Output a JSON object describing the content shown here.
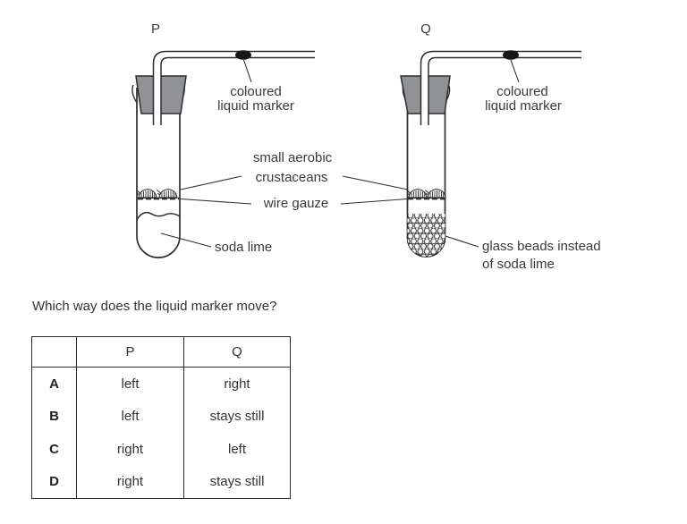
{
  "diagram": {
    "colors": {
      "line": "#2d2d2d",
      "text": "#3a3a3a",
      "stopper_fill": "#909295",
      "marker_fill": "#161616"
    },
    "apparatus_p": {
      "title": "P",
      "marker_label": [
        "coloured",
        "liquid marker"
      ],
      "soda_lime_label": "soda lime"
    },
    "apparatus_q": {
      "title": "Q",
      "marker_label": [
        "coloured",
        "liquid marker"
      ],
      "beads_label": [
        "glass beads instead",
        "of soda lime"
      ]
    },
    "shared_labels": {
      "crustaceans": [
        "small aerobic",
        "crustaceans"
      ],
      "wire_gauze": "wire gauze"
    }
  },
  "question": {
    "text": "Which way does the liquid marker move?"
  },
  "answer_table": {
    "columns": [
      "",
      "P",
      "Q"
    ],
    "rows": [
      {
        "label": "A",
        "p": "left",
        "q": "right"
      },
      {
        "label": "B",
        "p": "left",
        "q": "stays still"
      },
      {
        "label": "C",
        "p": "right",
        "q": "left"
      },
      {
        "label": "D",
        "p": "right",
        "q": "stays still"
      }
    ]
  }
}
